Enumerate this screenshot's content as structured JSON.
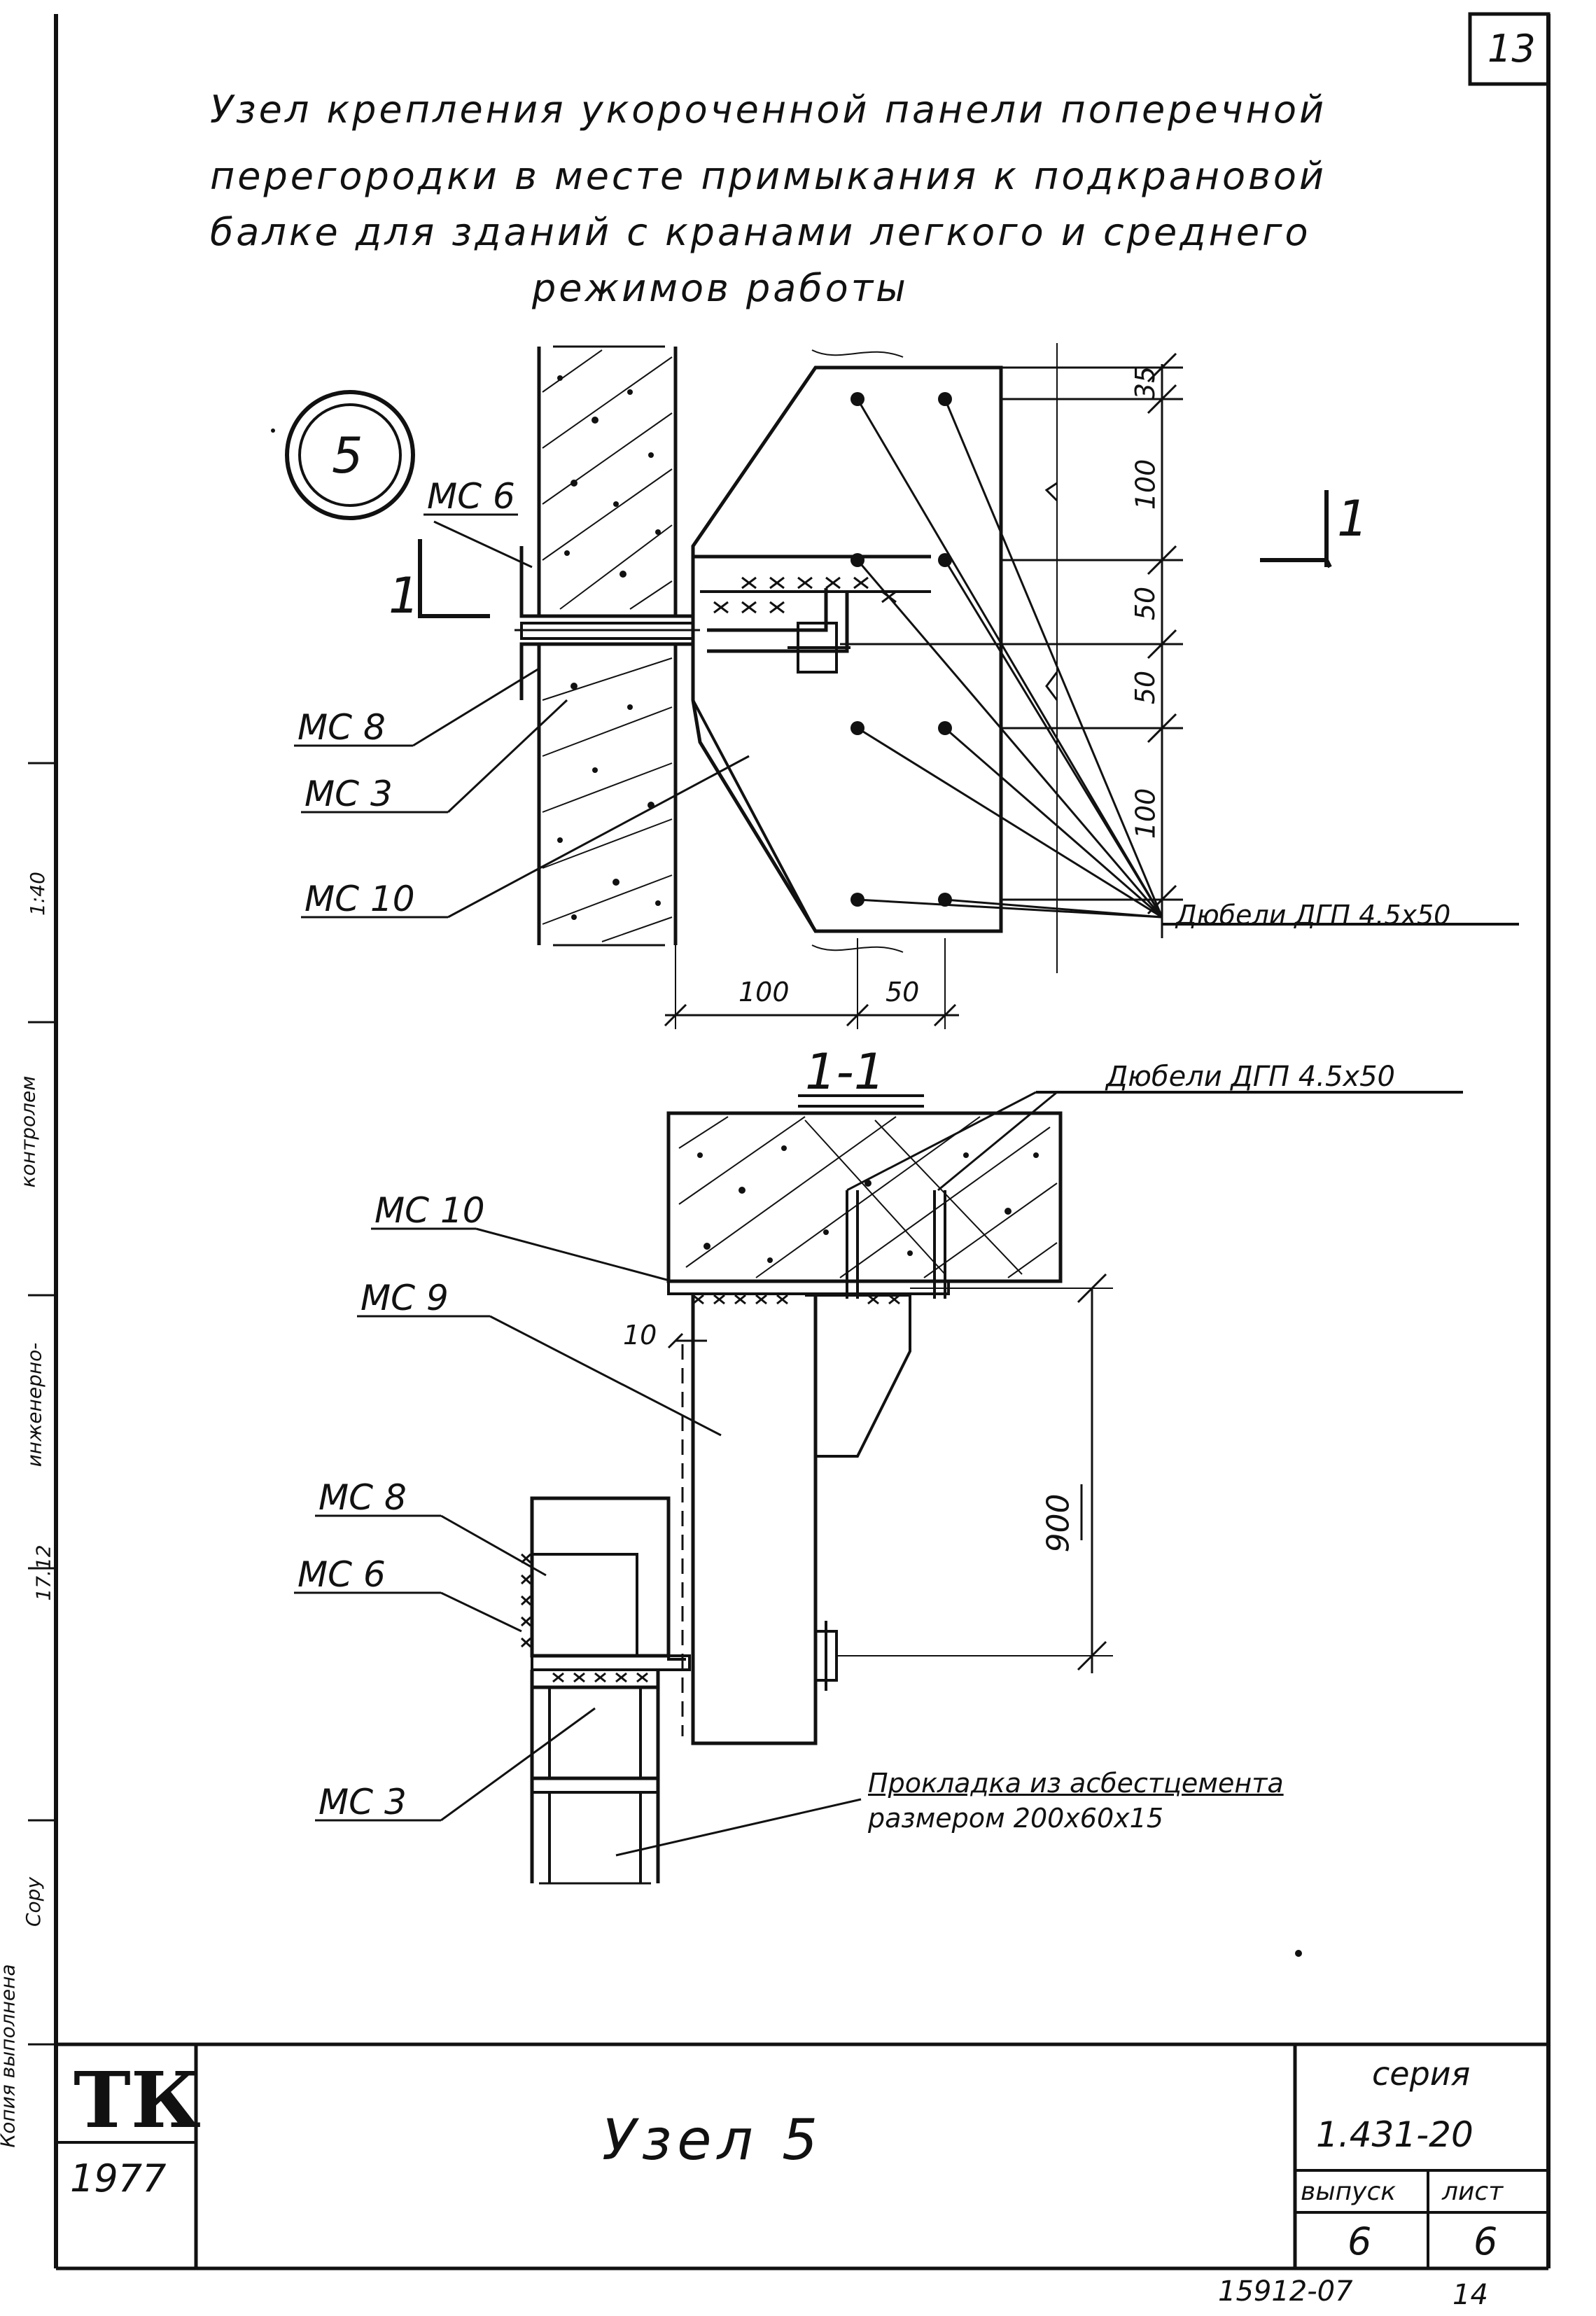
{
  "sheet_number": "13",
  "title": {
    "line1": "Узел крепления укороченной панели поперечной",
    "line2": "перегородки в месте примыкания к подкрановой",
    "line3": "балке для зданий с кранами легкого и среднего",
    "line4": "режимов работы"
  },
  "node_marker": "5",
  "plan": {
    "section_mark_left": "1",
    "section_mark_right": "1",
    "labels": [
      "МС 6",
      "МС 8",
      "МС 3",
      "МС 10"
    ],
    "dims_vertical": [
      "35",
      "100",
      "50",
      "50",
      "100"
    ],
    "dims_horizontal": [
      "100",
      "50"
    ],
    "dowel_label": "Дюбели ДГП 4.5х50"
  },
  "section": {
    "title": "1-1",
    "dowel_label": "Дюбели ДГП 4.5х50",
    "labels": [
      "МС 10",
      "МС 9",
      "МС 8",
      "МС 6",
      "МС 3"
    ],
    "dim_10": "10",
    "dim_900": "900",
    "pad_line1": "Прокладка из асбестцемента",
    "pad_line2": "размером 200х60х15"
  },
  "side_margin": [
    "Копия выполнена",
    "Copy",
    "17.12",
    "инженерно-",
    "контролем",
    "1:40"
  ],
  "title_block": {
    "logo": "ТК",
    "year": "1977",
    "name": "Узел 5",
    "series_label": "серия",
    "series_value": "1.431-20",
    "issue_label": "выпуск",
    "sheet_label": "лист",
    "issue_value": "6",
    "sheet_value": "6"
  },
  "footer": {
    "code": "15912-07",
    "page": "14"
  },
  "colors": {
    "ink": "#111111",
    "paper": "#ffffff"
  }
}
